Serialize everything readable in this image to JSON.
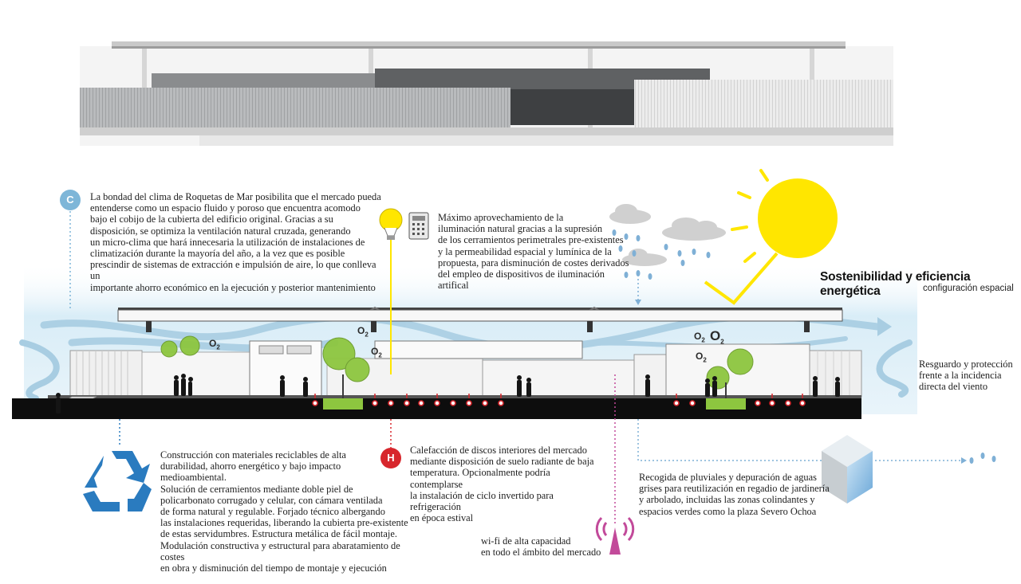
{
  "texts": {
    "climate": "La bondad del clima de Roquetas de Mar posibilita que el mercado pueda\nentenderse como un espacio fluido y poroso que encuentra acomodo\nbajo el cobijo de la cubierta del edificio original. Gracias a su\ndisposición, se optimiza la ventilación natural cruzada, generando\nun micro-clima que hará innecesaria la utilización de instalaciones de\nclimatización durante la mayoría del año, a la vez que es posible\nprescindir de sistemas de extracción e impulsión de aire, lo que conlleva un\nimportante ahorro económico en la ejecución y posterior mantenimiento",
    "lighting": "Máximo aprovechamiento de la\niluminación natural gracias a la supresión\nde los cerramientos perimetrales pre-existentes\ny la permeabilidad espacial y lumínica de la\npropuesta, para disminución de costes derivados\ndel empleo de dispositivos de iluminación artifical",
    "wind": "Resguardo y protección\nfrente a la incidencia\ndirecta del viento",
    "materials": "Construcción con materiales reciclables de alta\ndurabilidad, ahorro energético y bajo impacto\nmedioambiental.\nSolución de cerramientos mediante doble piel de\npolicarbonato corrugado y celular, con cámara ventilada\nde forma natural y regulable. Forjado técnico albergando\nlas instalaciones requeridas, liberando la cubierta pre-existente\nde estas servidumbres. Estructura metálica de fácil montaje.\nModulación constructiva y estructural para abaratamiento de costes\nen obra y disminución del tiempo de montaje y ejecución",
    "heating": "Calefacción de discos interiores del mercado\nmediante disposición de suelo radiante de baja\ntemperatura. Opcionalmente podría contemplarse\nla instalación de ciclo invertido para refrigeración\nen época estival",
    "water": "Recogida de pluviales y depuración de aguas\ngrises para reutilización en regadio de jardinería\ny arbolado, incluidas las zonas colindantes y\nespacios verdes como la plaza Severo Ochoa",
    "wifi": "wi-fi de alta capacidad\nen todo el ámbito del mercado"
  },
  "badges": {
    "climate": "C",
    "heating": "H"
  },
  "heading": {
    "title": "Sostenibilidad y eficiencia energética",
    "subtitle": "configuración espacial"
  },
  "o2": {
    "label": "O",
    "sub": "2"
  },
  "colors": {
    "climate_badge": "#7eb6d8",
    "heating_badge": "#d7262c",
    "sun": "#ffe600",
    "recycle": "#2a7bbf",
    "wifi": "#c24a9a",
    "plant": "#8dc63f",
    "sky": "#cfe7f3",
    "rain": "#7fb0d6"
  },
  "icons": [
    "lightbulb-icon",
    "calculator-icon",
    "sun-icon",
    "cloud-rain-icon",
    "recycle-icon",
    "wifi-antenna-icon",
    "water-tank-icon",
    "heating-badge-icon",
    "climate-badge-icon"
  ]
}
